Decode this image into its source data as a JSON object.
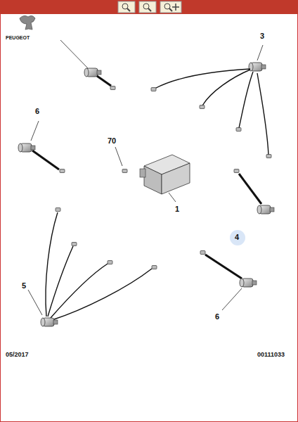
{
  "diagram": {
    "labels": [
      "PEUGEOT",
      "3",
      "6",
      "70",
      "1",
      "4",
      "5",
      "6",
      "05/2017",
      "00111033"
    ]
  }
}
